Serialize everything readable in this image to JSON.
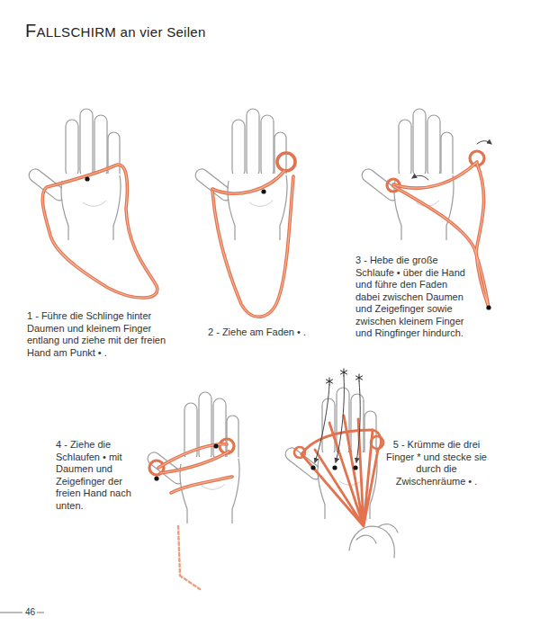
{
  "diagram": {
    "title": "FALLSCHIRM an vier Seilen",
    "labels": [
      "1 - Führe die Schlinge hinter Daumen und kleinem Finger entlang und ziehe mit der freien Hand am Punkt • .",
      "2 - Ziehe am Faden • .",
      "3 - Hebe die große Schlaufe • über die Hand und führe den Faden dabei zwischen Daumen und Zeigefinger sowie zwischen kleinem Finger und Ringfinger hindurch.",
      "4 - Ziehe die Schlaufen • mit Daumen und Zeigefinger der freien Hand nach unten.",
      "5 - Krümme die drei Finger * und stecke sie durch die Zwischenräume • .",
      "46"
    ]
  }
}
